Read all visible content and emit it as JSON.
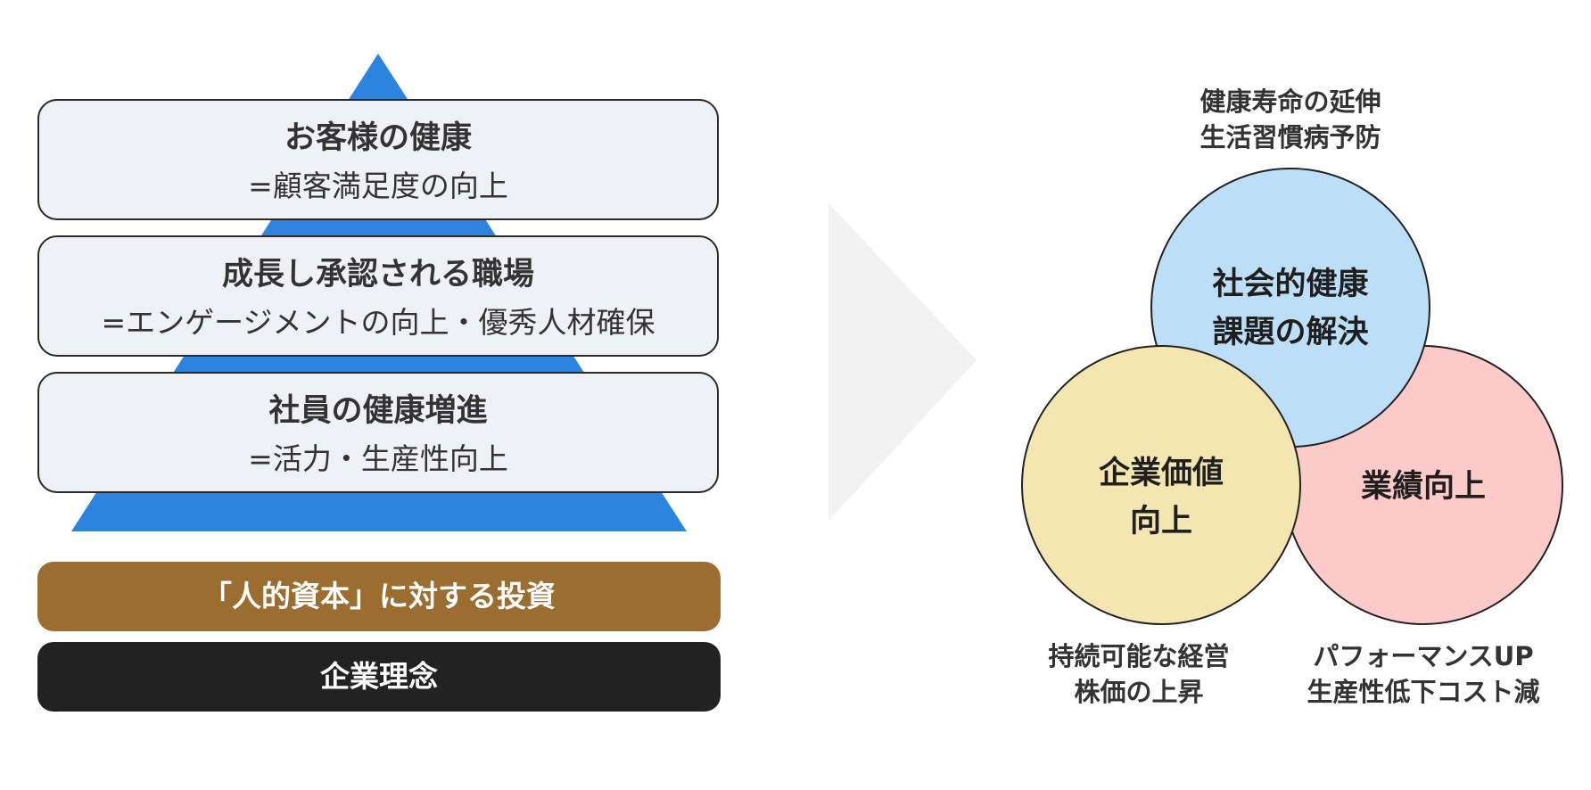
{
  "pyramid": {
    "levels": [
      {
        "title": "お客様の健康",
        "subtitle": "=顧客満足度の向上"
      },
      {
        "title": "成長し承認される職場",
        "subtitle": "=エンゲージメントの向上・優秀人材確保"
      },
      {
        "title": "社員の健康増進",
        "subtitle": "=活力・生産性向上"
      }
    ],
    "investment_label": "「人的資本」に対する投資",
    "philosophy_label": "企業理念",
    "colors": {
      "triangle": "#2d84df",
      "card_fill": "#eff1f6",
      "investment": "#9b6d30",
      "philosophy": "#222222"
    }
  },
  "venn": {
    "circles": {
      "social": {
        "label_line1": "社会的健康",
        "label_line2": "課題の解決",
        "color": "#bcdff7"
      },
      "corporate": {
        "label_line1": "企業価値",
        "label_line2": "向上",
        "color": "#f3e6b0"
      },
      "performance": {
        "label_line1": "業績向上",
        "color": "#fdcaca"
      }
    },
    "captions": {
      "social": {
        "line1": "健康寿命の延伸",
        "line2": "生活習慣病予防"
      },
      "corporate": {
        "line1": "持続可能な経営",
        "line2": "株価の上昇"
      },
      "performance": {
        "line1": "パフォーマンスUP",
        "line2": "生産性低下コスト減"
      }
    }
  },
  "arrow": {
    "color": "#f2f2f2",
    "icon": "chevron-right-icon"
  }
}
